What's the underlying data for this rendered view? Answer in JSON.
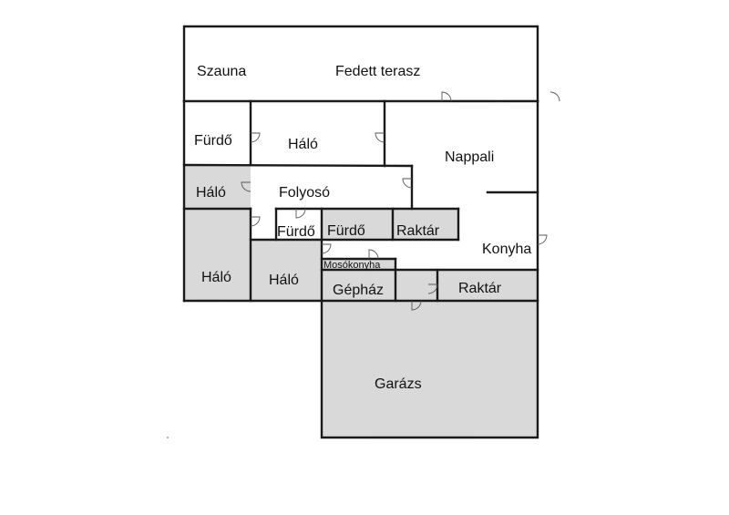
{
  "floorplan": {
    "colors": {
      "wall": "#1a1a1a",
      "room_fill_gray": "#d9d9d9",
      "room_fill_white": "#ffffff"
    },
    "rooms": {
      "szauna": "Szauna",
      "fedett_terasz": "Fedett terasz",
      "furdo_1": "Fürdő",
      "halo_1": "Háló",
      "nappali": "Nappali",
      "halo_2": "Háló",
      "folyoso": "Folyosó",
      "furdo_2": "Fürdő",
      "furdo_3": "Fürdő",
      "raktar_1": "Raktár",
      "konyha": "Konyha",
      "halo_3": "Háló",
      "halo_4": "Háló",
      "mosokonyha": "Mosókonyha",
      "gephaz": "Gépház",
      "raktar_2": "Raktár",
      "garazs": "Garázs"
    }
  }
}
